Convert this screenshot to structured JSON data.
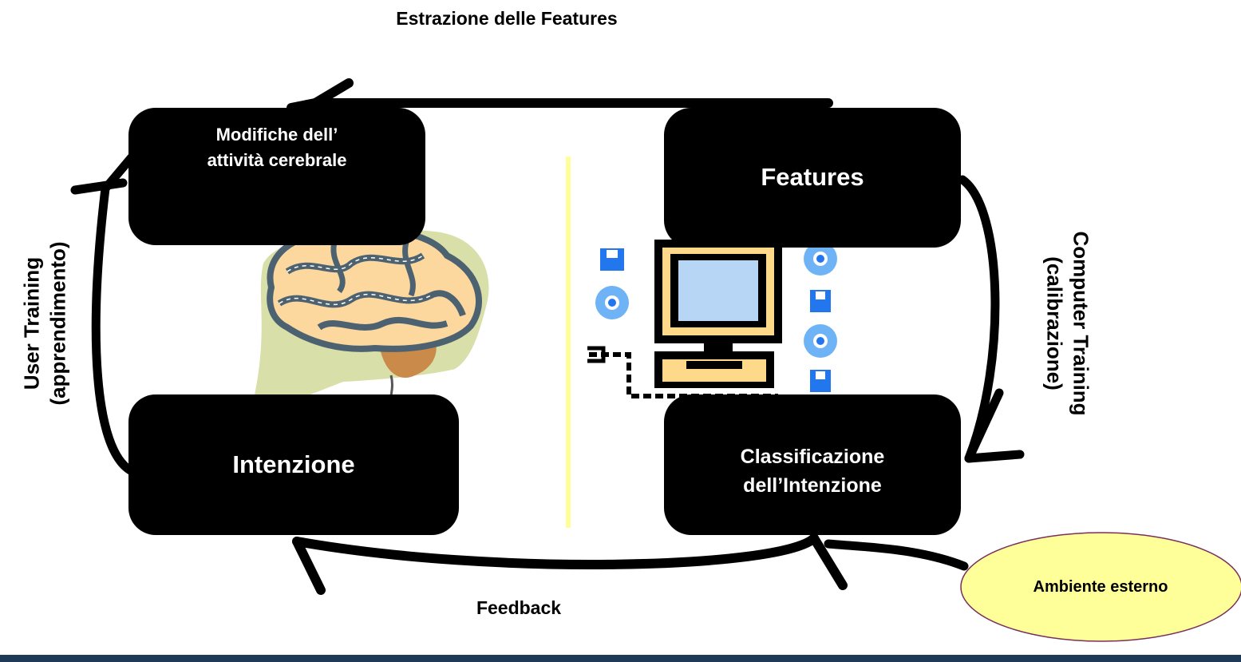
{
  "title": "Estrazione delle Features",
  "boxes": {
    "top_left": {
      "line1": "Modifiche dell’",
      "line2": "attività cerebrale"
    },
    "top_right": {
      "label": "Features"
    },
    "bottom_left": {
      "label": "Intenzione"
    },
    "bottom_right": {
      "line1": "Classificazione",
      "line2": "dell’Intenzione"
    }
  },
  "side_labels": {
    "left": {
      "line1": "User Training",
      "line2": "(apprendimento)"
    },
    "right": {
      "line1": "Computer Training",
      "line2": "(calibrazione)"
    }
  },
  "bottom_label": "Feedback",
  "external": {
    "label": "Ambiente esterno"
  },
  "colors": {
    "box_fill": "#000000",
    "box_text": "#ffffff",
    "ellipse_fill": "#ffff99",
    "ellipse_stroke": "#7a2f5c",
    "divider": "#ffff99",
    "footer_bar": "#1f3a56"
  },
  "icons": [
    "brain-icon",
    "computer-icon",
    "floppy-disk-icon",
    "compact-disc-icon",
    "power-plug-icon"
  ]
}
